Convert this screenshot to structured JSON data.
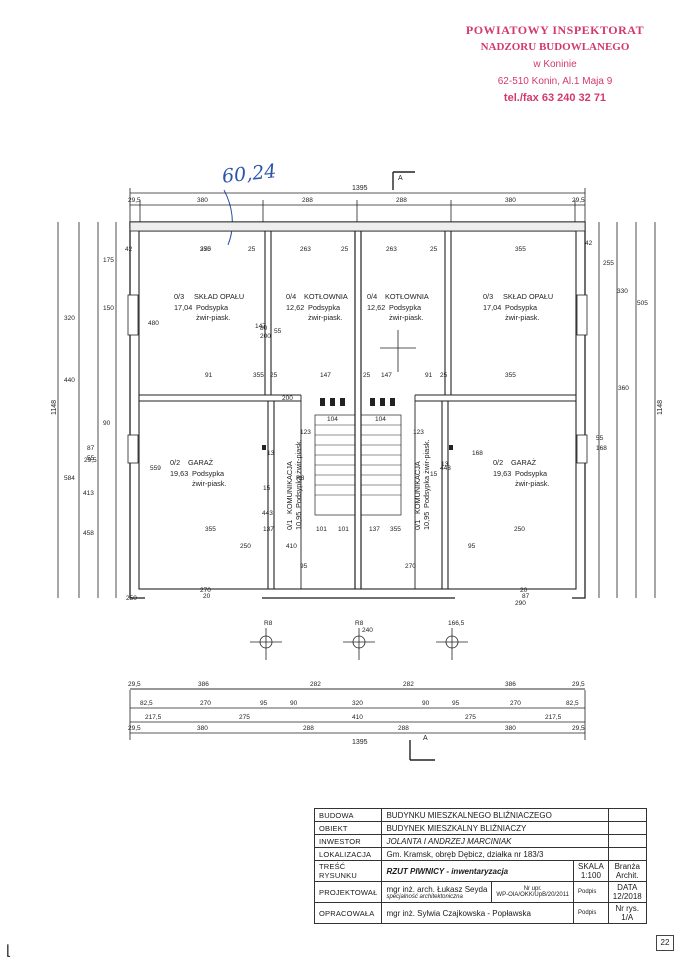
{
  "stamp": {
    "line1": "POWIATOWY INSPEKTORAT",
    "line2": "NADZORU BUDOWLANEGO",
    "line3": "w Koninie",
    "line4": "62-510 Konin, Al.1 Maja 9",
    "line5": "tel./fax 63 240 32 71"
  },
  "handwritten_note": "60,24",
  "section_marker": "A",
  "dims": {
    "top_total": "1395",
    "top_segments": [
      "29,5",
      "380",
      "288",
      "288",
      "380",
      "29,5"
    ],
    "bottom_row1": [
      "29,5",
      "386",
      "282",
      "282",
      "386",
      "29,5"
    ],
    "bottom_row2": [
      "82,5",
      "270",
      "95",
      "90",
      "320",
      "90",
      "95",
      "270",
      "82,5"
    ],
    "bottom_row3": [
      "217,5",
      "275",
      "410",
      "275",
      "217,5"
    ],
    "bottom_row4": [
      "29,5",
      "380",
      "288",
      "288",
      "380",
      "29,5"
    ],
    "bottom_total": "1395",
    "left_total": "1148",
    "right_total": "1148",
    "misc": [
      "355",
      "25",
      "263",
      "25",
      "263",
      "25",
      "355",
      "42",
      "42",
      "480",
      "80",
      "200",
      "147",
      "55",
      "91",
      "355",
      "25",
      "147",
      "25",
      "147",
      "91",
      "25",
      "355",
      "200",
      "104",
      "104",
      "123",
      "123",
      "559",
      "443",
      "443",
      "410",
      "355",
      "137",
      "101",
      "101",
      "137",
      "355",
      "250",
      "250",
      "95",
      "95",
      "270",
      "270",
      "20",
      "20",
      "87",
      "87",
      "55",
      "55",
      "168",
      "168",
      "13",
      "13",
      "15",
      "15",
      "R8",
      "R8",
      "R8",
      "166,5",
      "240",
      "360",
      "330",
      "255",
      "505",
      "320",
      "440",
      "150",
      "90",
      "413",
      "584",
      "458",
      "175",
      "250",
      "29,5",
      "290",
      "270"
    ]
  },
  "rooms": [
    {
      "id": "0/3",
      "name": "SKŁAD OPAŁU",
      "area": "17,04",
      "finish1": "Podsypka",
      "finish2": "żwir-piask."
    },
    {
      "id": "0/4",
      "name": "KOTŁOWNIA",
      "area": "12,62",
      "finish1": "Podsypka",
      "finish2": "żwir-piask."
    },
    {
      "id": "0/4",
      "name": "KOTŁOWNIA",
      "area": "12,62",
      "finish1": "Podsypka",
      "finish2": "żwir-piask."
    },
    {
      "id": "0/3",
      "name": "SKŁAD OPAŁU",
      "area": "17,04",
      "finish1": "Podsypka",
      "finish2": "żwir-piask."
    },
    {
      "id": "0/2",
      "name": "GARAŻ",
      "area": "19,63",
      "finish1": "Podsypka",
      "finish2": "żwir-piask."
    },
    {
      "id": "0/1",
      "name": "KOMUNIKACJA",
      "area": "10,95",
      "finish1": "Podsypka żwir-piask."
    },
    {
      "id": "0/1",
      "name": "KOMUNIKACJA",
      "area": "10,95",
      "finish1": "Podsypka żwir-piask."
    },
    {
      "id": "0/2",
      "name": "GARAŻ",
      "area": "19,63",
      "finish1": "Podsypka",
      "finish2": "żwir-piask."
    }
  ],
  "title_block": {
    "budowa_label": "BUDOWA",
    "budowa": "BUDYNKU MIESZKALNEGO BLIŹNIACZEGO",
    "obiekt_label": "OBIEKT",
    "obiekt": "BUDYNEK MIESZKALNY BLIŹNIACZY",
    "inwestor_label": "INWESTOR",
    "inwestor": "JOLANTA I ANDRZEJ MARCINIAK",
    "lokalizacja_label": "LOKALIZACJA",
    "lokalizacja": "Gm. Kramsk, obręb Dębicz, działka nr 183/3",
    "tresc_label_1": "TREŚĆ",
    "tresc_label_2": "RYSUNKU",
    "tresc": "RZUT PIWNICY - inwentaryzacja",
    "skala_label": "SKALA",
    "skala": "1:100",
    "branza_label": "Branża",
    "branza": "Archit.",
    "projektowal_label": "PROJEKTOWAŁ",
    "projektant": "mgr inż. arch. Łukasz Seyda",
    "projektant_spec": "specjalność architektoniczna",
    "nr_upr_label": "Nr upr.",
    "nr_upr": "WP-OIA/OKK/UpB/20/2011",
    "podpis_label": "Podpis",
    "data_label": "DATA",
    "data": "12/2018",
    "opracowala_label": "OPRACOWAŁA",
    "opracowala": "mgr inż. Sylwia Czajkowska - Popławska",
    "nr_rys_label": "Nr rys.",
    "nr_rys": "1/A"
  },
  "page_number": "22"
}
